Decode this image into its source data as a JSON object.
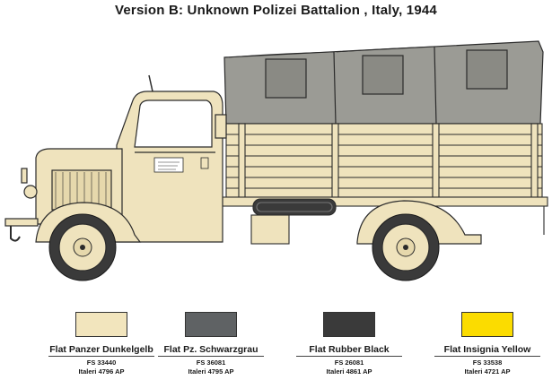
{
  "title": "Version B: Unknown Polizei Battalion , Italy, 1944",
  "colors": {
    "body_sand": "#efe3bd",
    "canvas": "#9b9b95",
    "outline": "#2b2b2b"
  },
  "paints": [
    {
      "name": "Flat Panzer Dunkelgelb",
      "fs": "FS 33440",
      "italeri": "Italeri 4796 AP",
      "color": "#f2e5bd"
    },
    {
      "name": "Flat Pz. Schwarzgrau",
      "fs": "FS 36081",
      "italeri": "Italeri 4795 AP",
      "color": "#5f6264"
    },
    {
      "name": "Flat Rubber Black",
      "fs": "FS 26081",
      "italeri": "Italeri 4861 AP",
      "color": "#3a3a3a"
    },
    {
      "name": "Flat Insignia Yellow",
      "fs": "FS 33538",
      "italeri": "Italeri 4721 AP",
      "color": "#fbdc00"
    }
  ]
}
